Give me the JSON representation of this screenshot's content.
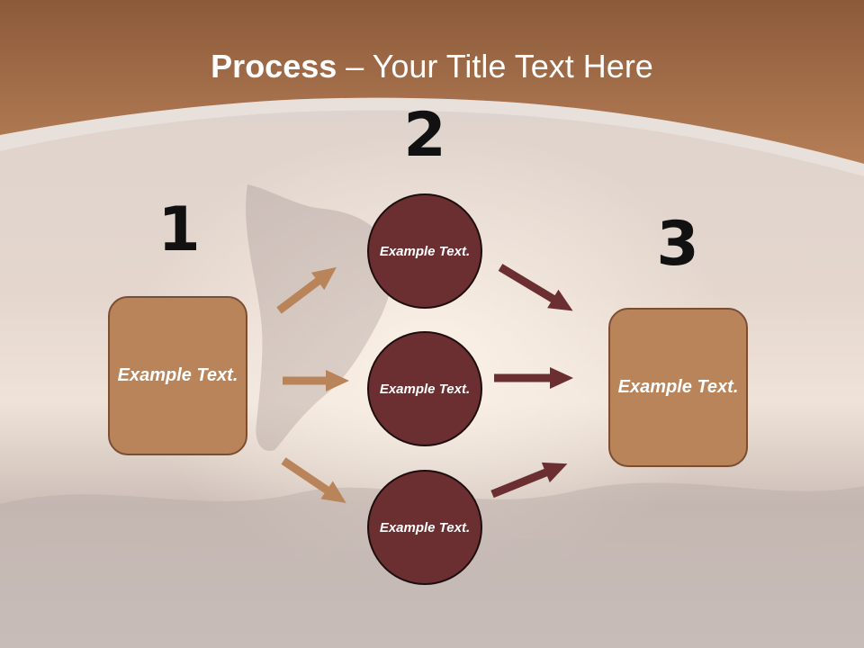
{
  "title": {
    "bold": "Process",
    "rest": " – Your Title Text Here"
  },
  "steps": {
    "one": "1",
    "two": "2",
    "three": "3"
  },
  "boxes": {
    "left": "Example Text.",
    "right": "Example Text."
  },
  "circles": {
    "top": "Example Text.",
    "middle": "Example Text.",
    "bottom": "Example Text."
  },
  "colors": {
    "header": "#a8734f",
    "box": "#b98459",
    "circle": "#6b2f31",
    "arrow_light": "#b98459",
    "arrow_dark": "#6b2f31"
  }
}
